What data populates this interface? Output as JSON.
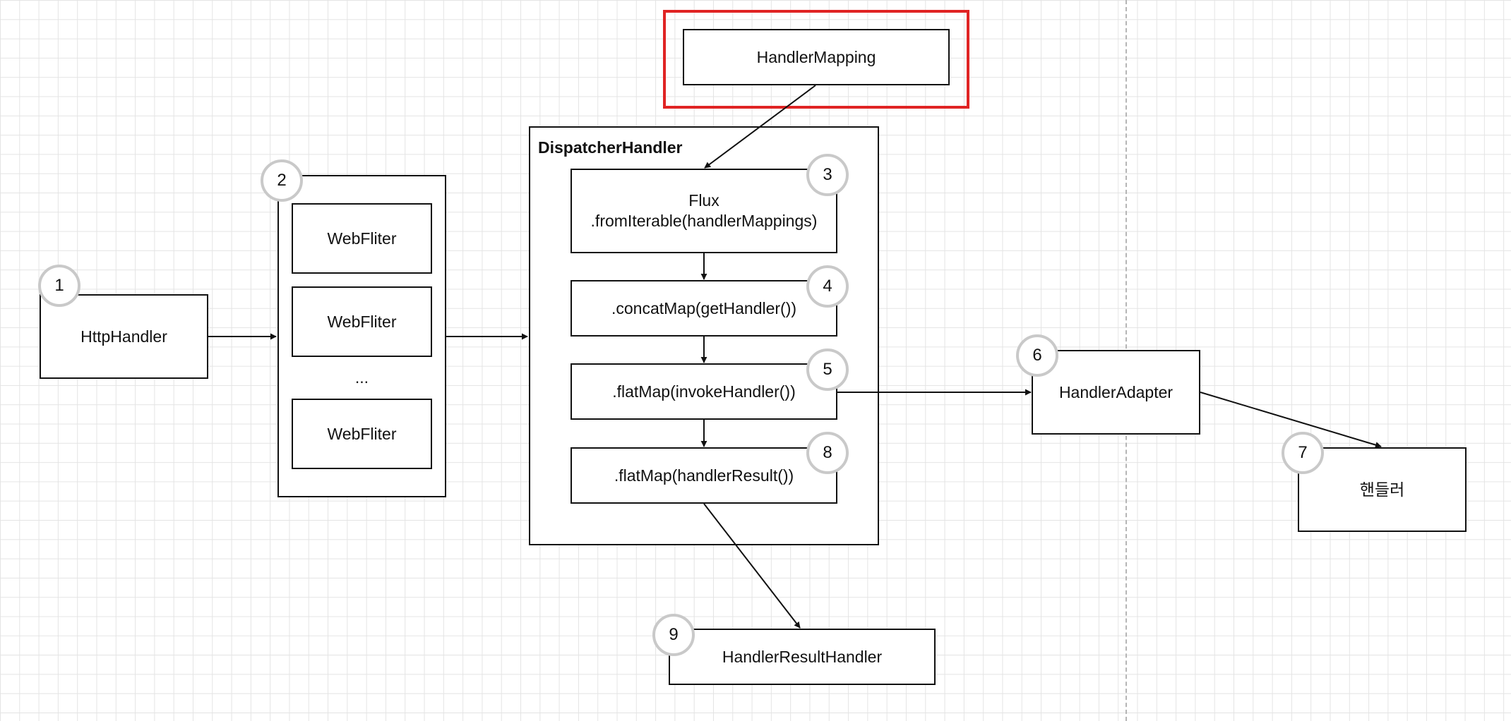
{
  "accent_color": "#e02424",
  "nodes": {
    "http_handler": "HttpHandler",
    "web_filter_1": "WebFliter",
    "web_filter_2": "WebFliter",
    "ellipsis": "...",
    "web_filter_3": "WebFliter",
    "dispatcher_title": "DispatcherHandler",
    "flux_line1": "Flux",
    "flux_line2": ".fromIterable(handlerMappings)",
    "concat_map": ".concatMap(getHandler())",
    "flat_map_invoke": ".flatMap(invokeHandler())",
    "flat_map_result": ".flatMap(handlerResult())",
    "handler_mapping": "HandlerMapping",
    "handler_adapter": "HandlerAdapter",
    "handler": "핸들러",
    "handler_result_handler": "HandlerResultHandler"
  },
  "badges": {
    "b1": "1",
    "b2": "2",
    "b3": "3",
    "b4": "4",
    "b5": "5",
    "b6": "6",
    "b7": "7",
    "b8": "8",
    "b9": "9"
  }
}
